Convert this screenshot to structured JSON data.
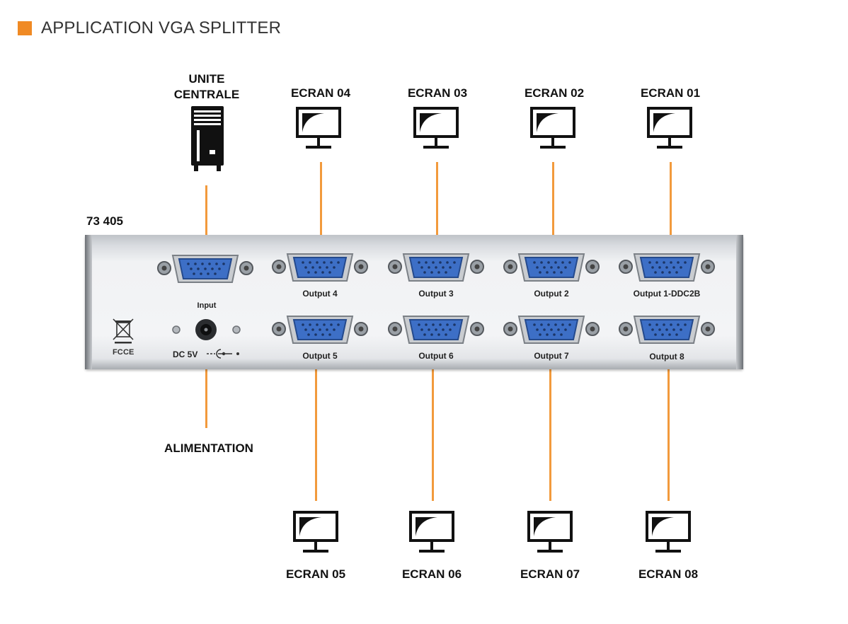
{
  "header": {
    "title": "APPLICATION VGA SPLITTER",
    "accent_color": "#f08a24"
  },
  "model": "73 405",
  "source": {
    "label_line1": "UNITE",
    "label_line2": "CENTRALE",
    "icon": "tower-pc-icon"
  },
  "power": {
    "label": "ALIMENTATION"
  },
  "top_screens": [
    {
      "label": "ECRAN 04",
      "port": "Output 4"
    },
    {
      "label": "ECRAN 03",
      "port": "Output 3"
    },
    {
      "label": "ECRAN 02",
      "port": "Output 2"
    },
    {
      "label": "ECRAN 01",
      "port": "Output 1-DDC2B"
    }
  ],
  "bottom_screens": [
    {
      "label": "ECRAN 05",
      "port": "Output 5"
    },
    {
      "label": "ECRAN 06",
      "port": "Output 6"
    },
    {
      "label": "ECRAN 07",
      "port": "Output 7"
    },
    {
      "label": "ECRAN 08",
      "port": "Output 8"
    }
  ],
  "device": {
    "input_label": "Input",
    "dc_label": "DC 5V",
    "marks": [
      "weee-icon",
      "fcc-ce-mark"
    ]
  },
  "colors": {
    "connector_line": "#f29a3c",
    "vga_port": "#3d6fc6"
  }
}
